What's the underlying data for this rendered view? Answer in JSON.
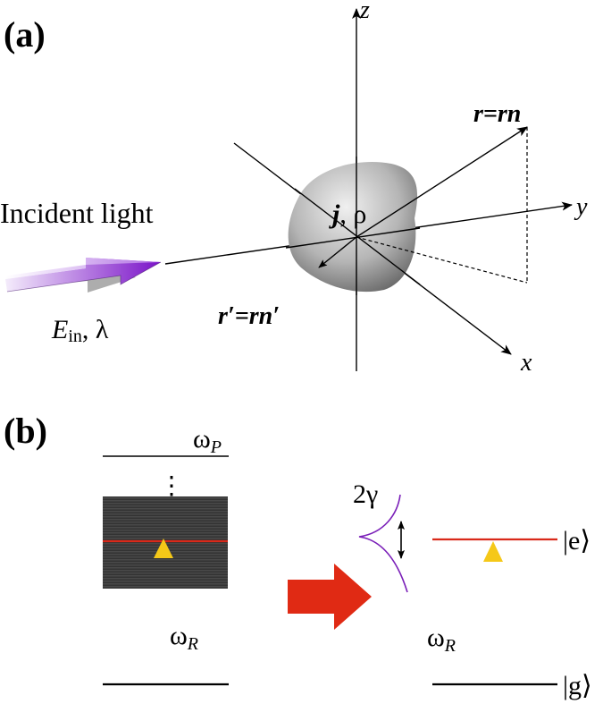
{
  "panel_a": {
    "label": "(a)",
    "axes": {
      "z": "z",
      "y": "y",
      "x": "x"
    },
    "incident_light": "Incident light",
    "field_main": "E",
    "field_sub": "in",
    "field_rest": ", λ",
    "source_label_j": "j",
    "source_label_rho": ", ρ",
    "r_vec": {
      "a": "r",
      "b": "=r",
      "c": "n"
    },
    "rprime_vec": {
      "a": "r′",
      "b": "=r",
      "c": "n′"
    }
  },
  "panel_b": {
    "label": "(b)",
    "omega": "ω",
    "sub_p": "P",
    "sub_r": "R",
    "dots": "⋮",
    "linewidth": "2γ",
    "ket_e": "|e⟩",
    "ket_g": "|g⟩"
  },
  "colors": {
    "arrow_gradient_start": "#f2e6fb",
    "arrow_gradient_end": "#7a12c8",
    "red_line": "#d9291a",
    "orange_arrow": "#f2b81d",
    "big_arrow": "#e02a14",
    "lorentzian": "#7a1fb8",
    "band": "#3a3a3a"
  }
}
